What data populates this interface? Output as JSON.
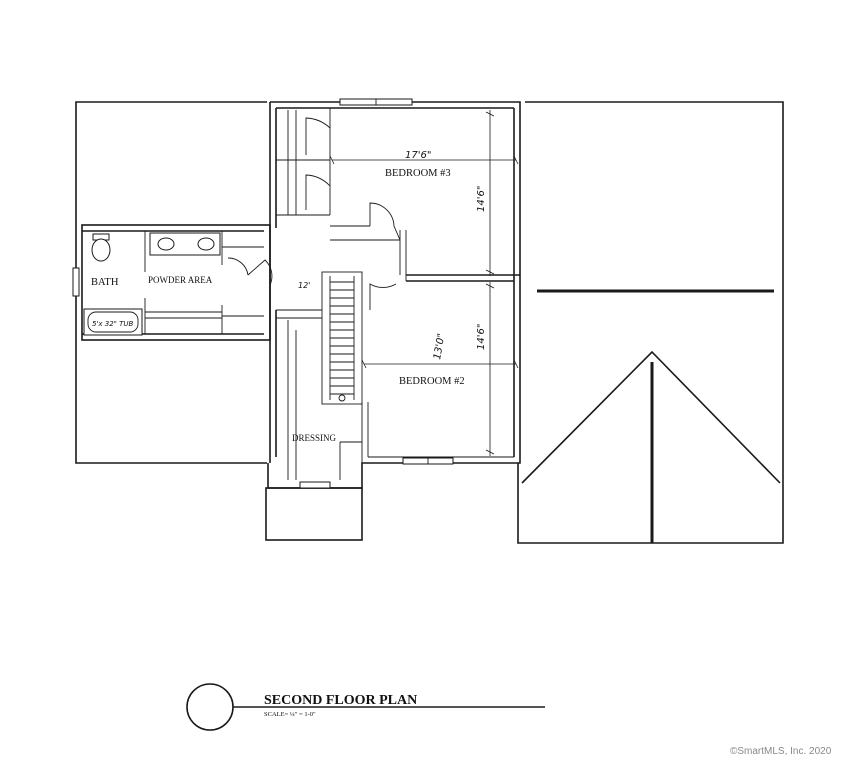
{
  "plan": {
    "title": "SECOND FLOOR PLAN",
    "scale": "SCALE= ¼\" = 1-0\"",
    "copyright": "©SmartMLS, Inc. 2020"
  },
  "rooms": {
    "bedroom3": "BEDROOM #3",
    "bedroom2": "BEDROOM #2",
    "bath": "BATH",
    "powder": "POWDER AREA",
    "dressing": "DRESSING"
  },
  "dimensions": {
    "bedroom3_width": "17'6\"",
    "bedroom3_depth": "14'6\"",
    "bedroom2_width": "13'0\"",
    "bedroom2_depth": "14'6\"",
    "hall": "12'",
    "tub": "5'x 32\" TUB"
  }
}
